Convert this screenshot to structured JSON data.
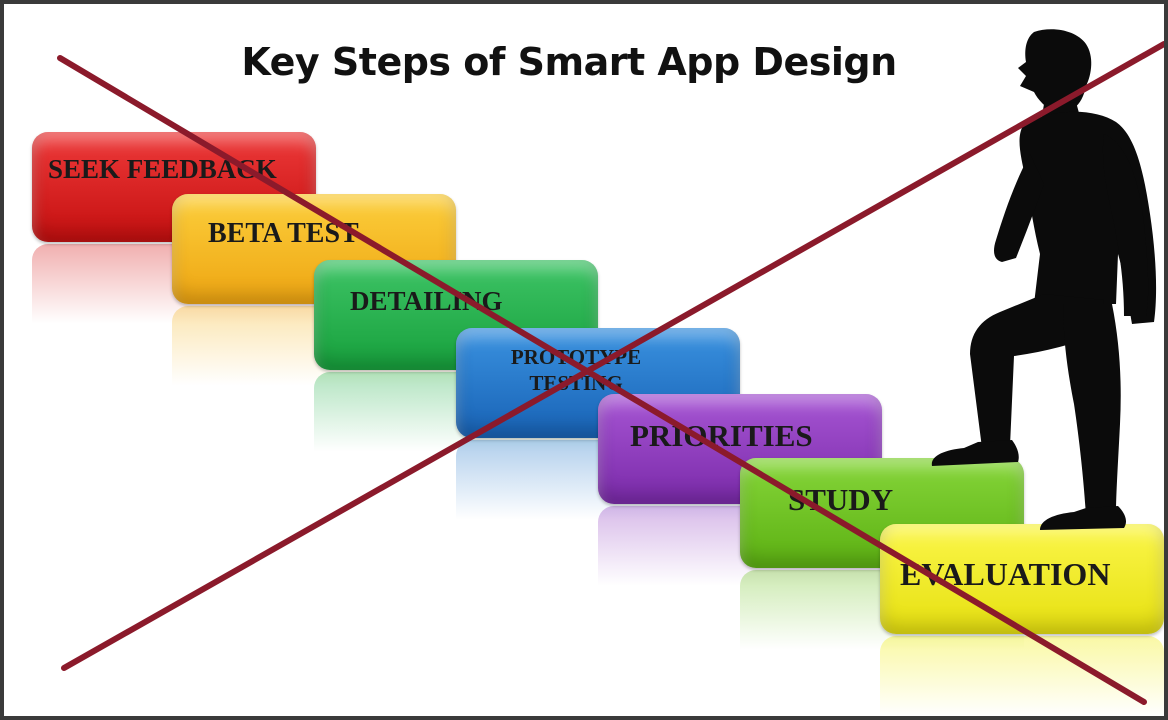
{
  "title": "Key Steps of Smart App Design",
  "steps": [
    {
      "label": "SEEK FEEDBACK",
      "color": "#d61a1a"
    },
    {
      "label": "BETA TEST",
      "color": "#f4b41a"
    },
    {
      "label": "DETAILING",
      "color": "#22b04a"
    },
    {
      "label_lines": [
        "PROTOTYPE",
        "TESTING"
      ],
      "color": "#1f74c9"
    },
    {
      "label": "PRIORITIES",
      "color": "#8e3bbf"
    },
    {
      "label": "STUDY",
      "color": "#6dc21e"
    },
    {
      "label": "EVALUATION",
      "color": "#f2ee1c"
    }
  ],
  "cross_color": "#8b1a2b",
  "silhouette": "person-climbing-stairs-silhouette"
}
